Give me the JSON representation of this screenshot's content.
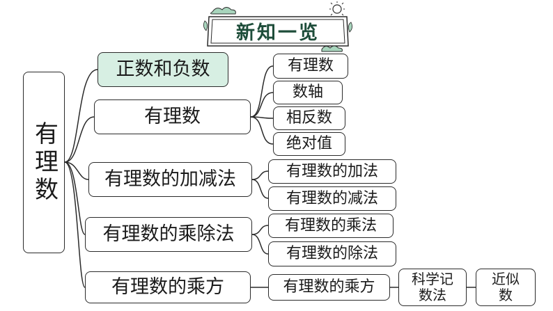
{
  "title": "新知一览",
  "colors": {
    "accent_green": "#d7efe3",
    "title_ink": "#1e4d3a",
    "stroke": "#2a2a2a"
  },
  "root": "有理数",
  "branches": [
    {
      "label": "正数和负数",
      "highlight": true,
      "children": []
    },
    {
      "label": "有理数",
      "children": [
        "有理数",
        "数轴",
        "相反数",
        "绝对值"
      ]
    },
    {
      "label": "有理数的加减法",
      "children": [
        "有理数的加法",
        "有理数的减法"
      ]
    },
    {
      "label": "有理数的乘除法",
      "children": [
        "有理数的乘法",
        "有理数的除法"
      ]
    },
    {
      "label": "有理数的乘方",
      "children": [
        "有理数的乘方"
      ]
    }
  ],
  "extras": [
    {
      "line1": "科学记",
      "line2": "数法"
    },
    {
      "line1": "近似",
      "line2": "数"
    }
  ]
}
